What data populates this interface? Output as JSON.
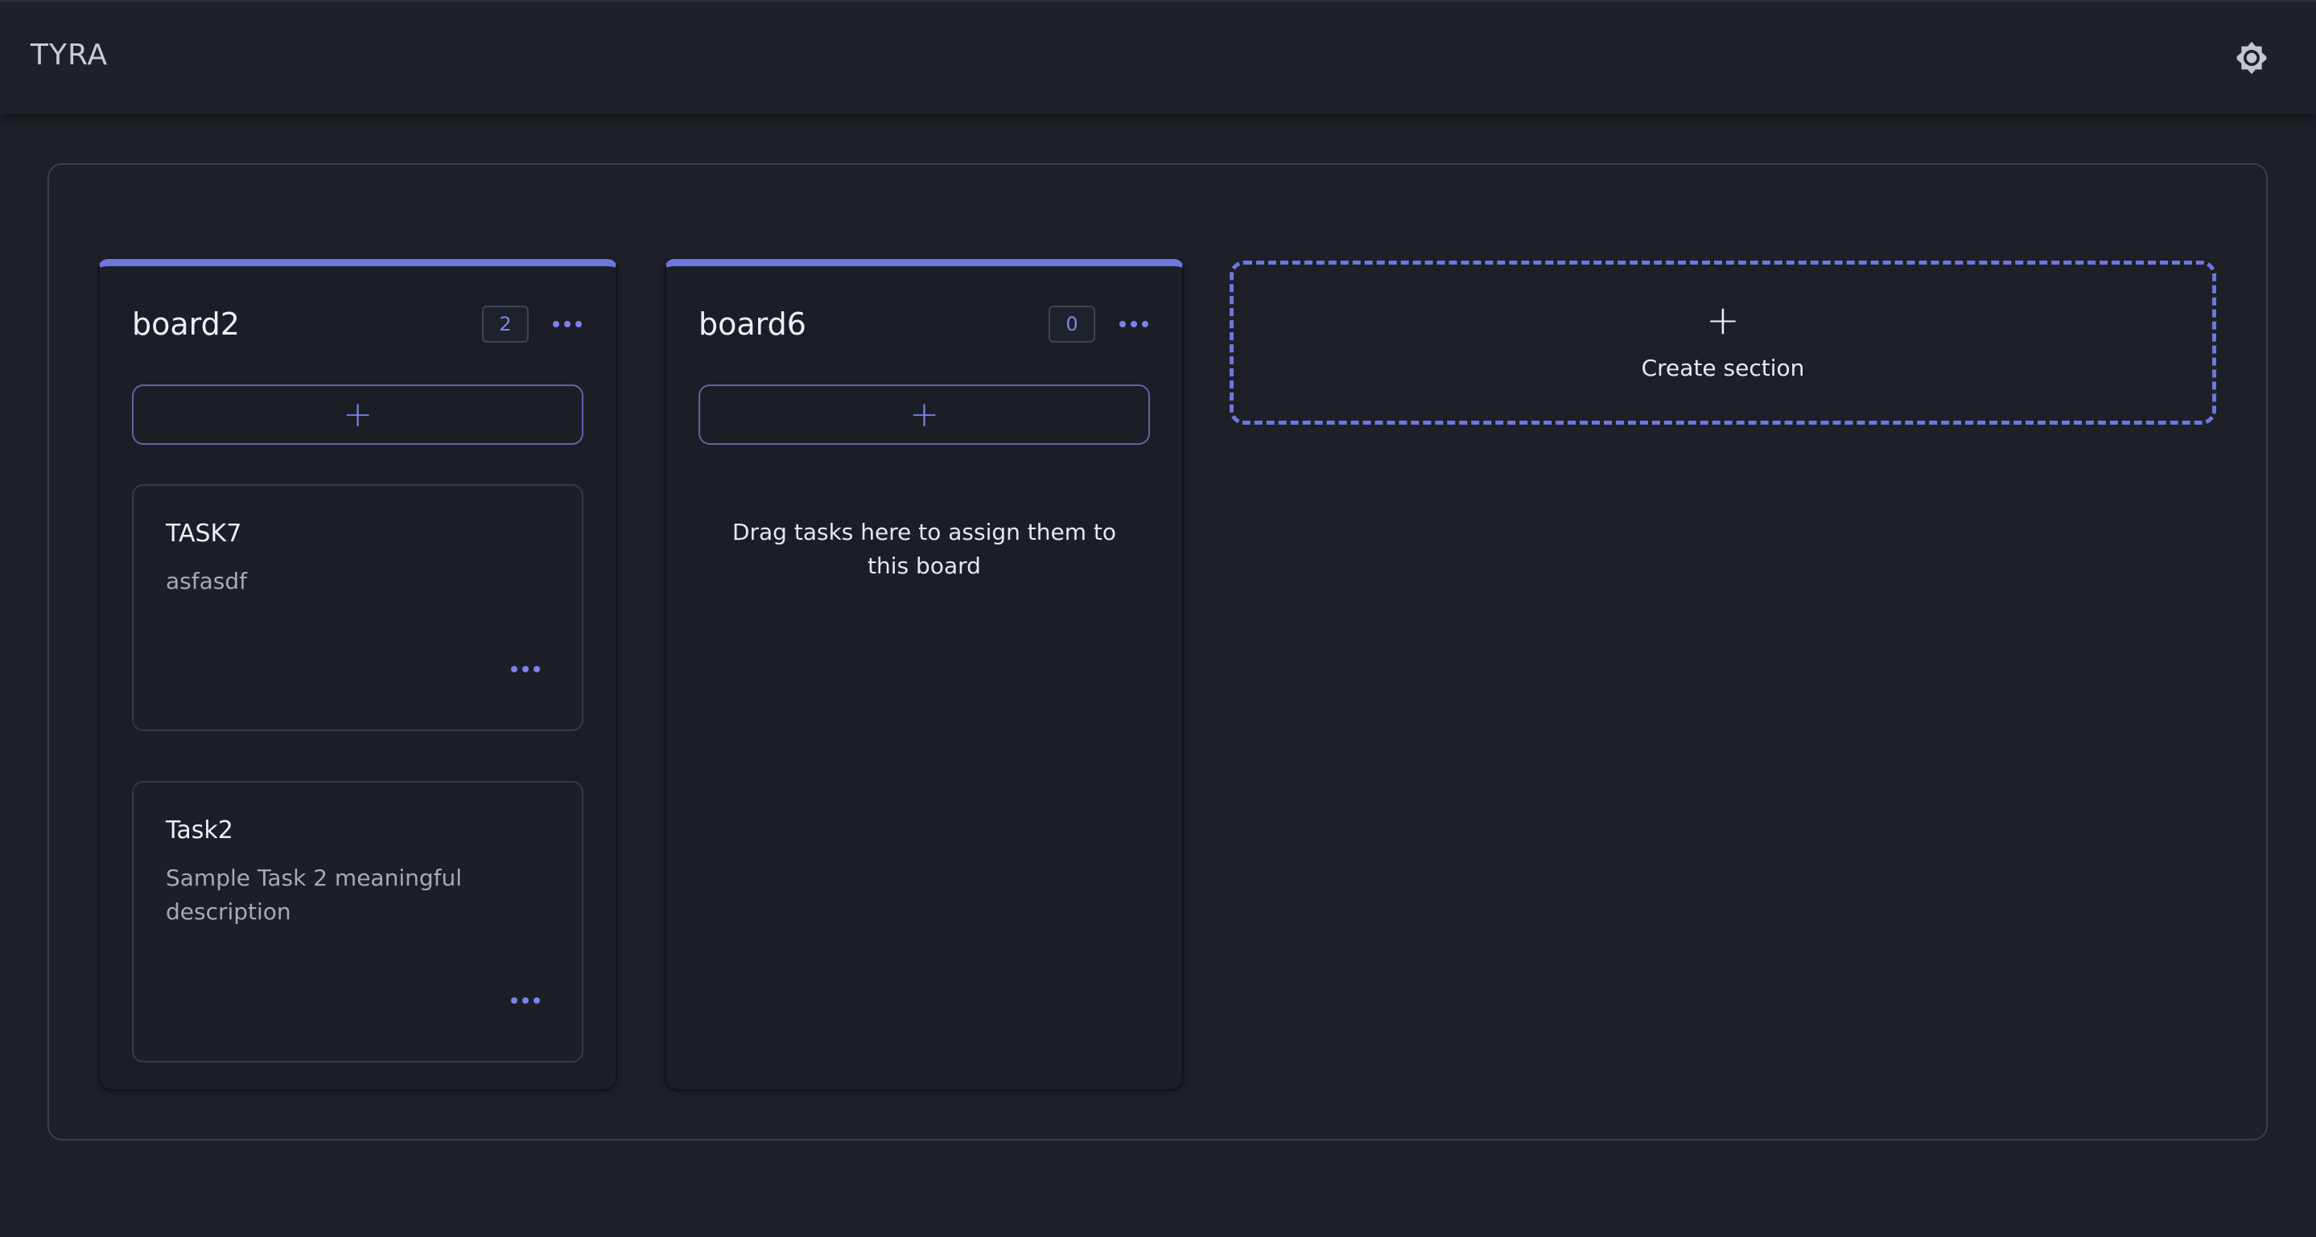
{
  "app": {
    "title": "TYRA",
    "theme_toggle_icon": "sun-icon"
  },
  "colors": {
    "accent": "#6f76e0",
    "background": "#1d2026",
    "card": "#1c1f25"
  },
  "boards": [
    {
      "title": "board2",
      "count": "2",
      "add_symbol": "+",
      "tasks": [
        {
          "title": "TASK7",
          "description": "asfasdf"
        },
        {
          "title": "Task2",
          "description": "Sample Task 2 meaningful description"
        }
      ]
    },
    {
      "title": "board6",
      "count": "0",
      "add_symbol": "+",
      "empty_hint": "Drag tasks here to assign them to this board",
      "tasks": []
    }
  ],
  "create_section": {
    "symbol": "+",
    "label": "Create section"
  }
}
